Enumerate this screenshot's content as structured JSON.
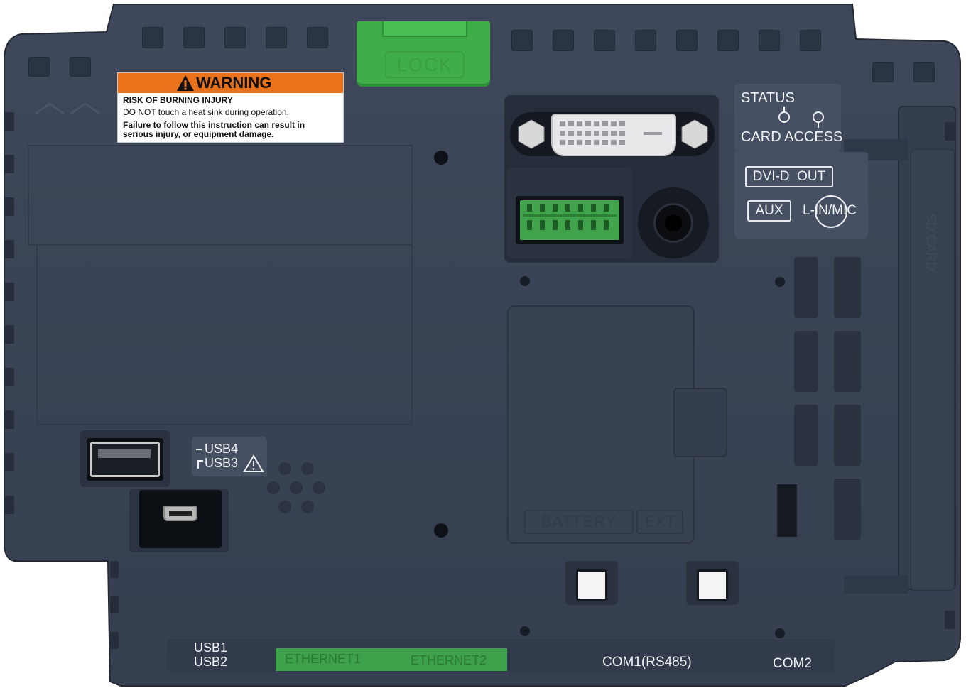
{
  "colors": {
    "housing": "#3a4456",
    "housing_edge": "#2a3240",
    "lock_green": "#3fae49",
    "warning_orange": "#e9721b",
    "ethernet_green": "#3da04a"
  },
  "warning_label": {
    "icon": "warning-triangle-icon",
    "title": "WARNING",
    "line1": "RISK OF BURNING INJURY",
    "line2": "DO NOT touch a heat sink during operation.",
    "line3": "Failure to follow this instruction can result in",
    "line4": "serious injury, or equipment damage."
  },
  "lock_tab": {
    "text": "LOCK"
  },
  "status_panel": {
    "status": "STATUS",
    "card_access": "CARD ACCESS",
    "dvi_out": "DVI-D  OUT",
    "aux": "AUX",
    "lin_mic": "L-IN/MIC"
  },
  "usb_panel": {
    "usb4": "USB4",
    "usb3": "USB3",
    "icon": "caution-triangle-icon"
  },
  "bottom_labels": {
    "usb1": "USB1",
    "usb2": "USB2",
    "ethernet1": "ETHERNET1",
    "ethernet2": "ETHERNET2",
    "com1": "COM1(RS485)",
    "com2": "COM2"
  },
  "battery_cover": {
    "battery": "BATTERY",
    "ext": "EXT"
  },
  "sd_card": {
    "text": "SD CARD"
  }
}
